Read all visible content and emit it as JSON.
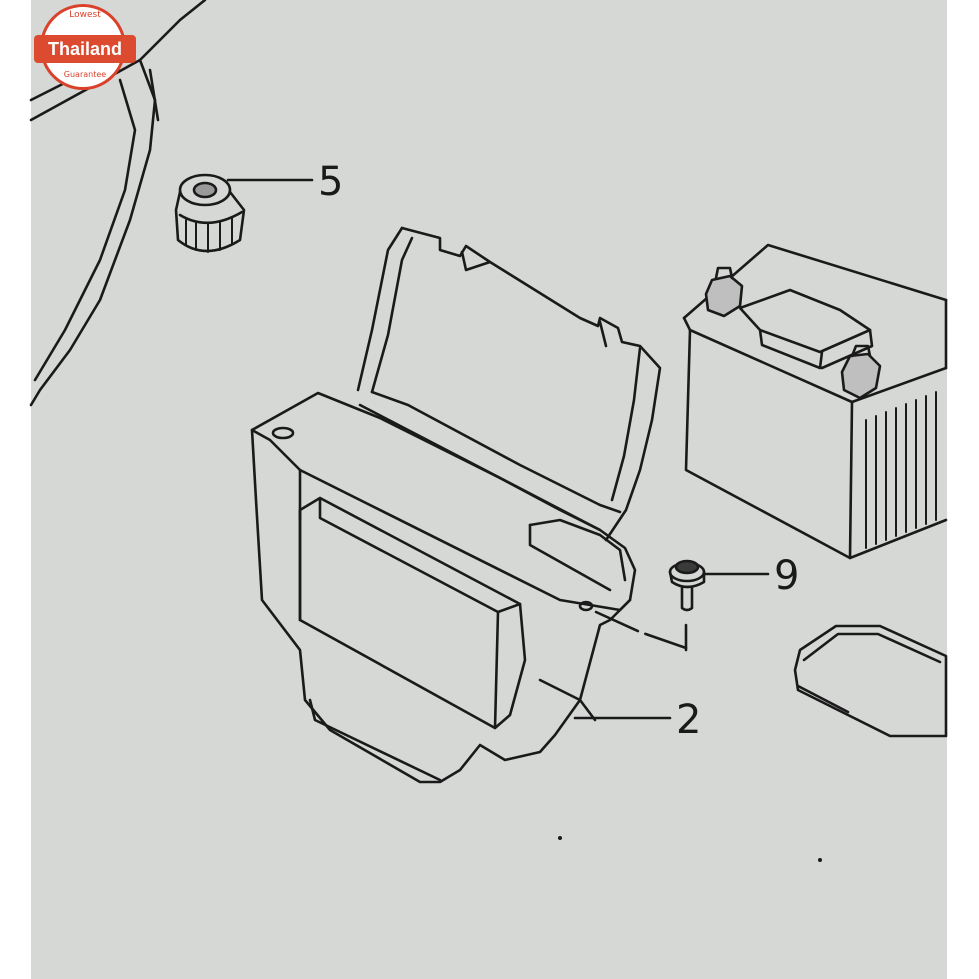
{
  "badge": {
    "top": "Lowest",
    "main": "Thailand",
    "bottom": "Guarantee"
  },
  "callouts": {
    "part_5": "5",
    "part_9": "9",
    "part_2": "2"
  },
  "colors": {
    "paper": "#d6d8d6",
    "ink": "#1a1a1a",
    "badge_red": "#dc4a30"
  }
}
